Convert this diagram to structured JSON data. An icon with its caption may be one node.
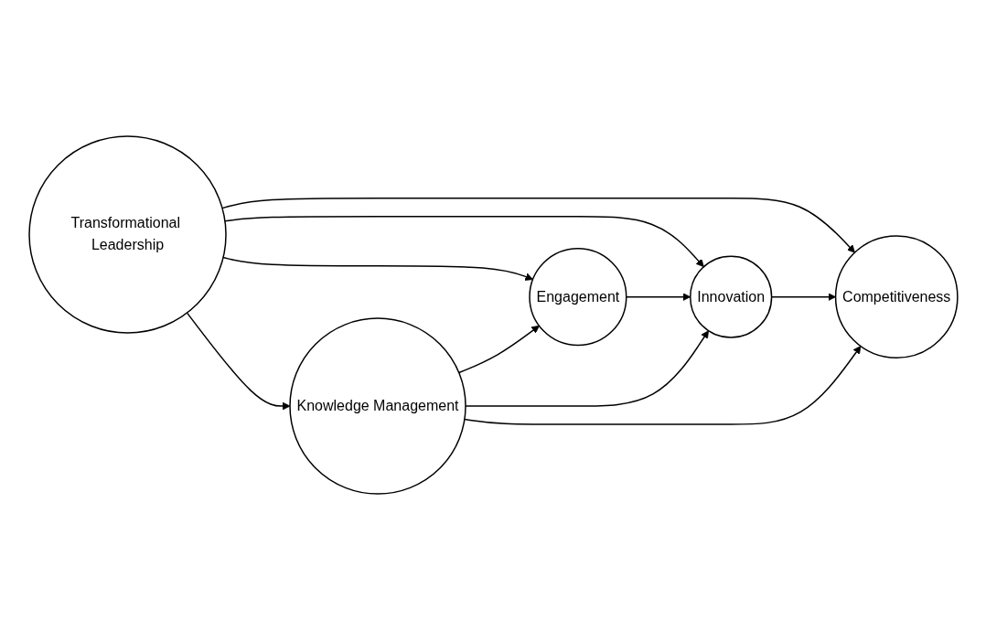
{
  "diagram": {
    "nodes": [
      {
        "text": [
          "Transformational Leadership"
        ]
      },
      {
        "text": [
          "Engagement"
        ]
      },
      {
        "text": [
          "Innovation"
        ]
      },
      {
        "text": [
          "Competitiveness"
        ]
      },
      {
        "text": [
          "Knowledge Management"
        ]
      }
    ],
    "edges": [
      {
        "from": 0,
        "to": 4,
        "arrow": "to"
      },
      {
        "from": 0,
        "to": 1,
        "arrow": "to"
      },
      {
        "from": 0,
        "to": 2,
        "arrow": "to"
      },
      {
        "from": 0,
        "to": 3,
        "arrow": "to"
      },
      {
        "from": 1,
        "to": 2,
        "arrow": "to"
      },
      {
        "from": 2,
        "to": 3,
        "arrow": "to"
      },
      {
        "from": 4,
        "to": 1,
        "arrow": "to"
      },
      {
        "from": 4,
        "to": 2,
        "arrow": "to"
      },
      {
        "from": 4,
        "to": 3,
        "arrow": "to"
      }
    ]
  }
}
